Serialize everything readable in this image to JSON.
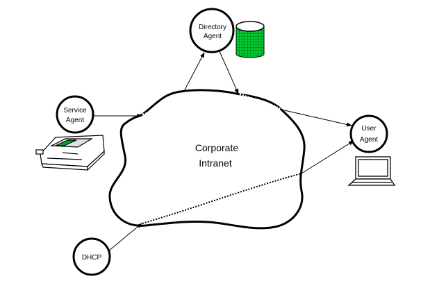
{
  "cloud": {
    "label_line1": "Corporate",
    "label_line2": "Intranet"
  },
  "nodes": {
    "directory_agent": {
      "line1": "Directory",
      "line2": "Agent"
    },
    "service_agent": {
      "line1": "Service",
      "line2": "Agent"
    },
    "user_agent": {
      "line1": "User",
      "line2": "Agent"
    },
    "dhcp": {
      "line1": "DHCP"
    }
  },
  "icons": {
    "database": "database-icon",
    "printer": "printer-icon",
    "laptop": "laptop-icon"
  },
  "colors": {
    "database_fill": "#00cc33",
    "database_grid": "#005500",
    "line": "#000000"
  }
}
